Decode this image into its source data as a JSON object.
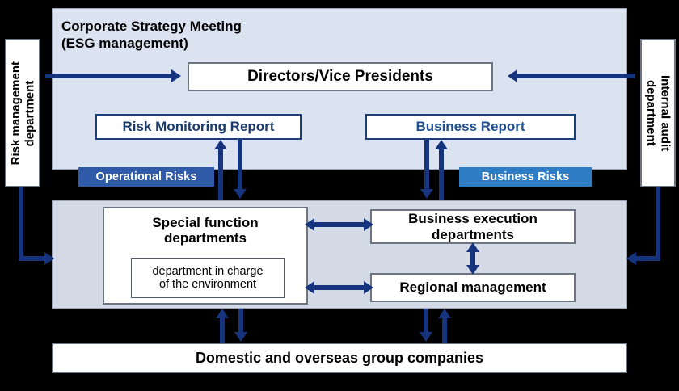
{
  "diagram": {
    "title": "Corporate Strategy Meeting\n(ESG management)",
    "side_left": {
      "label": "Risk management\ndepartment"
    },
    "side_right": {
      "label": "Internal audit\ndepartment"
    },
    "top_box": {
      "label": "Directors/Vice Presidents"
    },
    "reports": [
      {
        "label": "Risk Monitoring Report"
      },
      {
        "label": "Business Report"
      }
    ],
    "badges": [
      {
        "label": "Operational Risks",
        "color": "#2f5aa8"
      },
      {
        "label": "Business Risks",
        "color": "#2e7cc4"
      }
    ],
    "units": [
      {
        "label": "Special function\ndepartments"
      },
      {
        "label": "department in charge\nof the environment"
      },
      {
        "label": "Business execution\ndepartments"
      },
      {
        "label": "Regional management"
      }
    ],
    "bottom_box": {
      "label": "Domestic and overseas group companies"
    },
    "colors": {
      "arrow": "#16347e",
      "panel_top": "#dce3f0",
      "panel_mid": "#d4dae6",
      "box_border": "#6e7582"
    }
  }
}
